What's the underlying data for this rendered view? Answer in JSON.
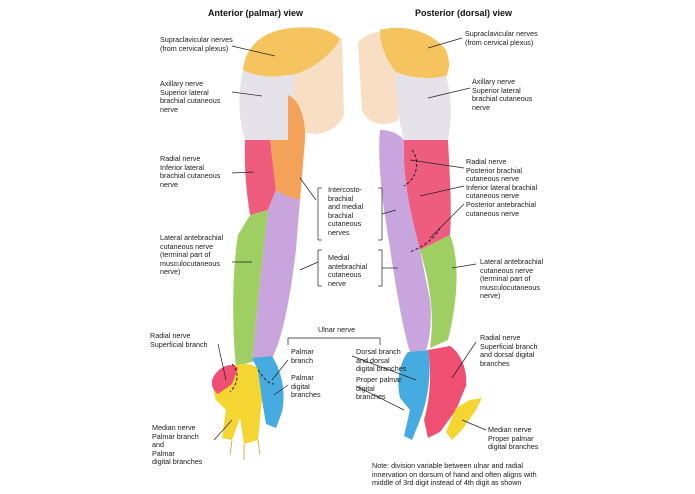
{
  "headings": {
    "anterior": "Anterior (palmar) view",
    "posterior": "Posterior (dorsal) view"
  },
  "left_labels": {
    "supraclavicular": "Supraclavicular nerves\n(from cervical plexus)",
    "axillary": "Axillary nerve\n    Superior lateral\n    brachial cutaneous\n    nerve",
    "radial": "Radial nerve\n    Inferior lateral\n    brachial cutaneous\n    nerve",
    "lateral_antebrachial": "Lateral antebrachial\ncutaneous nerve\n(terminal part of\nmusculocutaneous\nnerve)",
    "radial_superficial": "Radial nerve\n    Superficial branch",
    "median": "Median nerve\n    Palmar branch\n    and\n    Palmar\n    digital branches"
  },
  "center_labels": {
    "intercostobrachial": "Intercosto-\nbrachial\nand medial\nbrachial\ncutaneous\nnerves",
    "medial_antebrachial": "Medial\nantebrachial\ncutaneous\nnerve",
    "ulnar_title": "Ulnar nerve",
    "palmar_branch": "Palmar\nbranch",
    "palmar_digital": "Palmar\ndigital\nbranches",
    "dorsal_branch": "Dorsal branch\nand dorsal\ndigital branches",
    "proper_palmar": "Proper palmar\ndigital\nbranches"
  },
  "right_labels": {
    "supraclavicular": "Supraclavicular nerves\n(from cervical plexus)",
    "axillary": "Axillary nerve\n  Superior lateral\n  brachial cutaneous\n  nerve",
    "radial": "Radial nerve\n  Posterior brachial\n  cutaneous nerve\n  Inferior lateral brachial\n  cutaneous nerve\n  Posterior antebrachial\n  cutaneous nerve",
    "lateral_antebrachial": "Lateral antebrachial\ncutaneous nerve\n(terminal part of\nmusculocutaneous\nnerve)",
    "radial_superficial": "Radial nerve\n  Superficial branch\n  and dorsal digital\n  branches",
    "median": "Median nerve\n  Proper palmar\n  digital branches"
  },
  "note": "Note: division variable between ulnar and radial\ninnervation on dorsum of hand and often aligns with\nmiddle of 3rd digit instead of 4th digit as shown",
  "colors": {
    "supraclavicular": "#f6c45e",
    "axillary": "#e6e2ea",
    "radial": "#ee5d7e",
    "intercostobrachial": "#f4a25a",
    "lateral_antebrachial": "#9fcf62",
    "medial_antebrachial": "#c9a5dd",
    "ulnar": "#45abe0",
    "median": "#f5d531",
    "radial_superficial": "#ee4f72",
    "skin": "#f8dfc4"
  }
}
